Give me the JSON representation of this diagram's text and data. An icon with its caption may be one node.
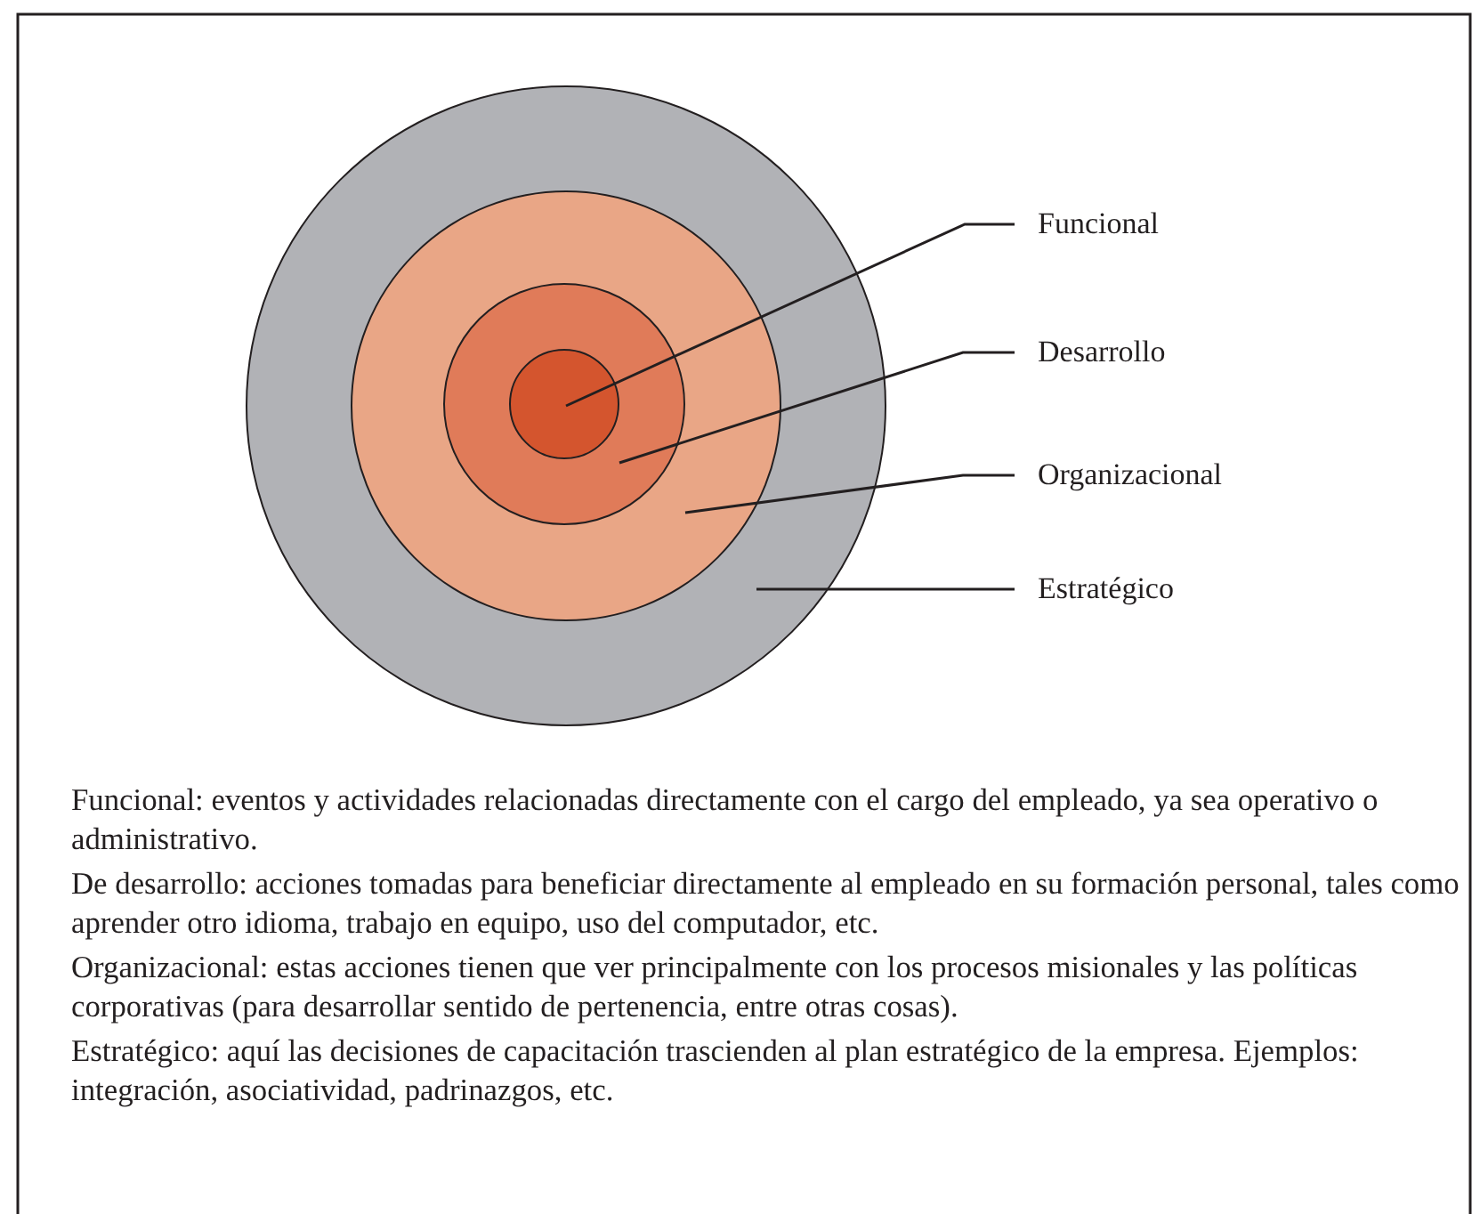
{
  "diagram": {
    "nodes": [
      {
        "text": [],
        "shape": "circle"
      },
      {
        "text": [],
        "shape": "circle",
        "in": 0
      },
      {
        "text": [],
        "shape": "circle",
        "in": 1
      },
      {
        "text": [],
        "shape": "circle",
        "in": 2
      },
      {
        "text": [
          "Funcional"
        ]
      },
      {
        "text": [
          "Desarrollo"
        ]
      },
      {
        "text": [
          "Organizacional"
        ]
      },
      {
        "text": [
          "Estratégico"
        ]
      }
    ],
    "edges": [
      {
        "from": 4,
        "to": 3,
        "arrow": "none"
      },
      {
        "from": 5,
        "to": 2,
        "arrow": "none"
      },
      {
        "from": 6,
        "to": 1,
        "arrow": "none"
      },
      {
        "from": 7,
        "to": 0,
        "arrow": "none"
      }
    ],
    "labels": [
      "Funcional: eventos y actividades relacionadas directamente con el cargo del empleado, ya sea operativo o administrativo.",
      "De desarrollo: acciones tomadas para beneficiar directamente al empleado en su formación personal, tales como aprender otro idioma, trabajo en equipo, uso del computador, etc.",
      "Organizacional: estas acciones tienen que ver principalmente con los procesos misionales y las políticas corporativas (para desarrollar sentido de pertenencia, entre otras cosas).",
      "Estratégico: aquí las decisiones de capacitación trascienden al plan estratégico de la empresa. Ejemplos: integración, asociatividad, padrinazgos, etc."
    ]
  }
}
